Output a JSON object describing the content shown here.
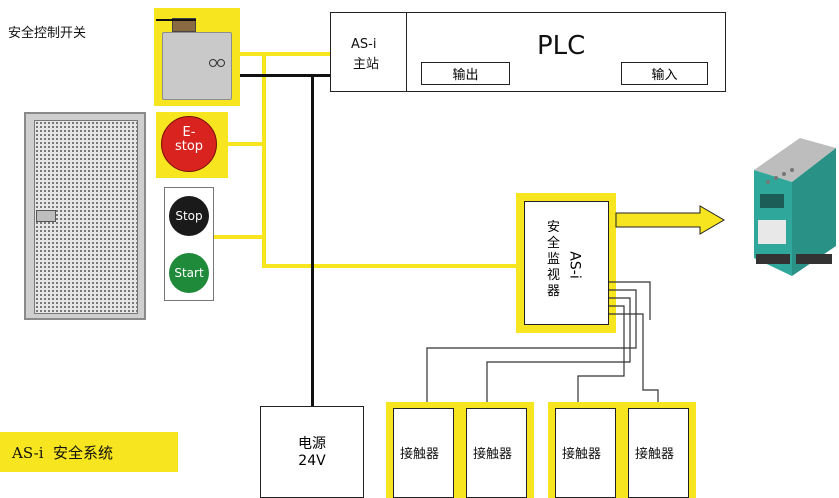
{
  "colors": {
    "yellow": "#f7e51f",
    "line": "#111111",
    "estop_red": "#d8231e",
    "start_green": "#1f8a3a",
    "stop_black": "#1a1a1a",
    "module_teal": "#2fa79a"
  },
  "safety_switch": {
    "label": "安全控制开关",
    "icon": "safety-switch-icon"
  },
  "plc": {
    "title": "PLC",
    "master_line1": "AS-i",
    "master_line2": "主站",
    "output_label": "输出",
    "input_label": "输入"
  },
  "estop": {
    "line1": "E-",
    "line2": "stop"
  },
  "stop_label": "Stop",
  "start_label": "Start",
  "monitor": {
    "cn_label": "安全监视器",
    "asi_label": "AS-i"
  },
  "power": {
    "line1": "电源",
    "line2": "24V"
  },
  "contactors": [
    "接触器",
    "接触器",
    "接触器",
    "接触器"
  ],
  "system_label": "AS-i  安全系统",
  "icons": [
    "door-icon",
    "safety-switch-icon",
    "arrow-right-icon",
    "asi-monitor-module-icon"
  ]
}
